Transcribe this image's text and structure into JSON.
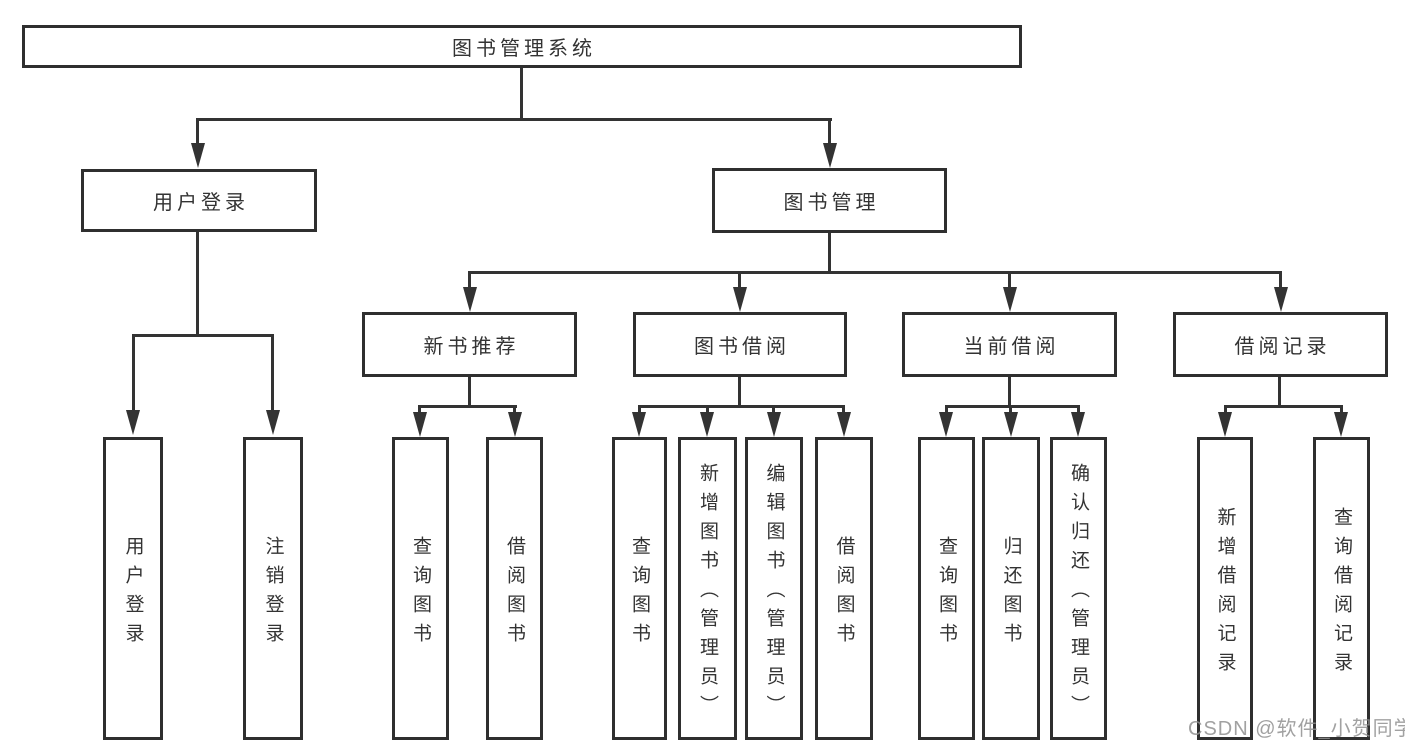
{
  "watermark": "CSDN @软件_小贺同学",
  "tree": {
    "root": {
      "label": "图书管理系统"
    },
    "branches": [
      {
        "label": "用户登录",
        "children": [
          {
            "label": "用户登录"
          },
          {
            "label": "注销登录"
          }
        ]
      },
      {
        "label": "图书管理",
        "children": [
          {
            "label": "新书推荐",
            "children": [
              {
                "label": "查询图书"
              },
              {
                "label": "借阅图书"
              }
            ]
          },
          {
            "label": "图书借阅",
            "children": [
              {
                "label": "查询图书"
              },
              {
                "label": "新增图书（管理员）"
              },
              {
                "label": "编辑图书（管理员）"
              },
              {
                "label": "借阅图书"
              }
            ]
          },
          {
            "label": "当前借阅",
            "children": [
              {
                "label": "查询图书"
              },
              {
                "label": "归还图书"
              },
              {
                "label": "确认归还（管理员）"
              }
            ]
          },
          {
            "label": "借阅记录",
            "children": [
              {
                "label": "新增借阅记录"
              },
              {
                "label": "查询借阅记录"
              }
            ]
          }
        ]
      }
    ]
  },
  "colors": {
    "line": "#333333",
    "box_border": "#2f2f2f",
    "text": "#333333",
    "watermark": "#919191",
    "background": "#ffffff"
  }
}
